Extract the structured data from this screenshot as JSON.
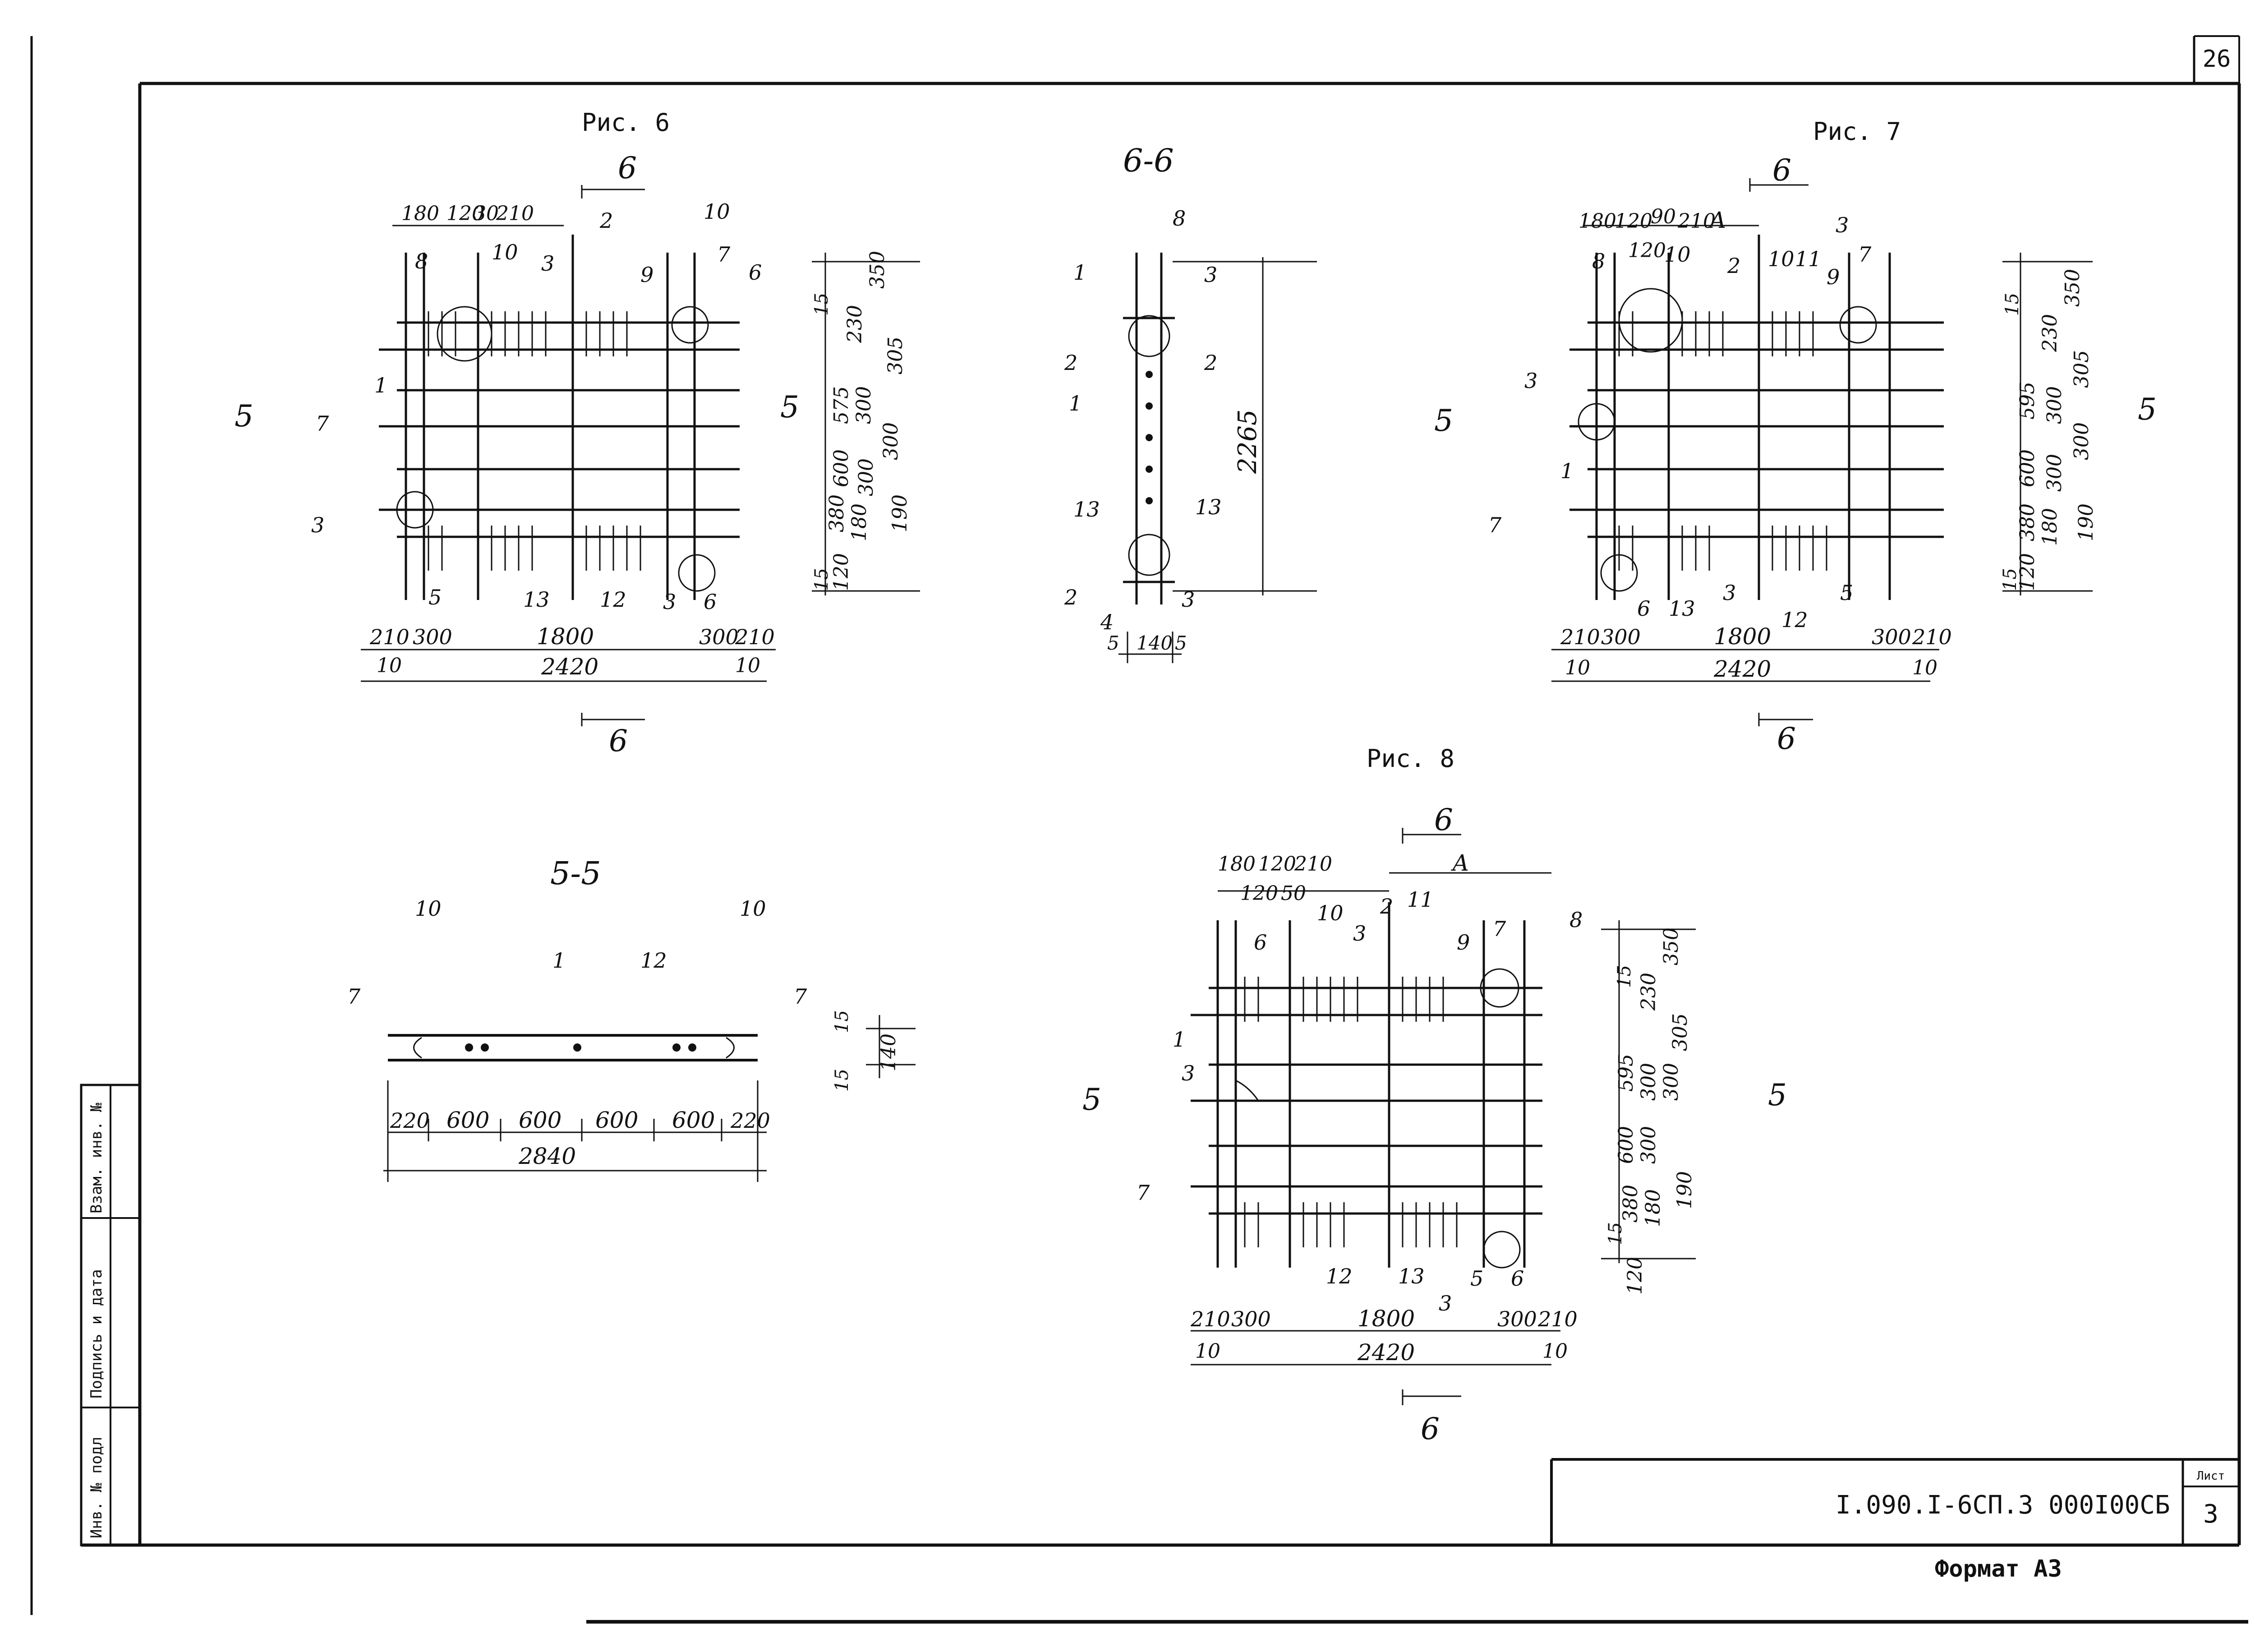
{
  "sheet": {
    "corner_number": "26",
    "code": "I.090.I-6СП.3  000I00СБ",
    "list_label": "Лист",
    "list_number": "3",
    "format": "Формат А3"
  },
  "side_stamp": {
    "inv_podl": "Инв. № подл",
    "podpis": "Подпись и дата",
    "vzam": "Взам. инв. №"
  },
  "fig6": {
    "title": "Рис. 6",
    "section_top": "6",
    "section_bottom": "6",
    "section_left": "5",
    "section_right": "5",
    "top_dims": [
      "180",
      "120",
      "30",
      "210"
    ],
    "bottom_dims": [
      "210",
      "300",
      "1800",
      "300",
      "210"
    ],
    "edge_dims": [
      "10",
      "10"
    ],
    "total": "2420",
    "right_dims": [
      "350",
      "230",
      "305",
      "575",
      "300",
      "300",
      "600",
      "300",
      "380",
      "180",
      "190",
      "120",
      "15",
      "15"
    ],
    "callouts": [
      "8",
      "10",
      "2",
      "9",
      "10",
      "7",
      "6",
      "3",
      "1",
      "7",
      "3",
      "5",
      "13",
      "12",
      "3",
      "6"
    ]
  },
  "fig7": {
    "title": "Рис. 7",
    "section_top": "6",
    "section_bottom": "6",
    "section_left": "5",
    "section_right": "5",
    "label_a": "А",
    "top_dims": [
      "180",
      "120",
      "90",
      "210"
    ],
    "bottom_dims": [
      "210",
      "300",
      "1800",
      "300",
      "210"
    ],
    "edge_dims": [
      "10",
      "10"
    ],
    "total": "2420",
    "right_dims": [
      "350",
      "230",
      "305",
      "595",
      "300",
      "600",
      "300",
      "300",
      "380",
      "180",
      "190",
      "120",
      "15",
      "15"
    ],
    "callouts": [
      "8",
      "120",
      "10",
      "2",
      "10",
      "11",
      "9",
      "7",
      "3",
      "3",
      "1",
      "7",
      "6",
      "13",
      "3",
      "12",
      "5"
    ]
  },
  "fig8": {
    "title": "Рис. 8",
    "section_top": "6",
    "section_bottom": "6",
    "section_left": "5",
    "section_right": "5",
    "label_a": "А",
    "top_dims": [
      "180",
      "120",
      "210",
      "120",
      "50"
    ],
    "bottom_dims": [
      "210",
      "300",
      "1800",
      "300",
      "210"
    ],
    "edge_dims": [
      "10",
      "10"
    ],
    "total": "2420",
    "right_dims": [
      "350",
      "230",
      "305",
      "595",
      "300",
      "300",
      "600",
      "300",
      "380",
      "180",
      "190",
      "120",
      "15",
      "15"
    ],
    "callouts": [
      "6",
      "10",
      "3",
      "2",
      "11",
      "9",
      "7",
      "8",
      "1",
      "3",
      "7",
      "12",
      "13",
      "3",
      "5",
      "6"
    ]
  },
  "sec66": {
    "title": "6-6",
    "height": "2265",
    "bottom_dims": [
      "5",
      "140",
      "5"
    ],
    "callouts": [
      "8",
      "1",
      "3",
      "2",
      "2",
      "1",
      "13",
      "13",
      "2",
      "4",
      "3"
    ]
  },
  "sec55": {
    "title": "5-5",
    "bottom_dims": [
      "220",
      "600",
      "600",
      "600",
      "600",
      "220"
    ],
    "total": "2840",
    "right_dims": [
      "15",
      "140",
      "15"
    ],
    "callouts": [
      "7",
      "10",
      "1",
      "12",
      "10",
      "7"
    ]
  }
}
